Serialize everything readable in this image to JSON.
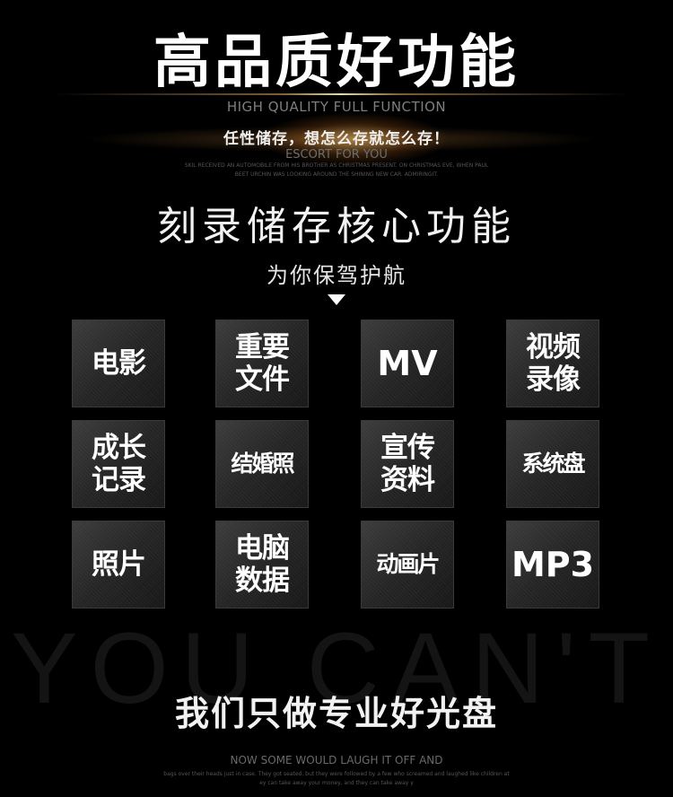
{
  "header": {
    "title": "高品质好功能",
    "subtitle_en": "HIGH QUALITY FULL FUNCTION",
    "subtitle_cn": "任性储存，想怎么存就怎么存！",
    "tagline_en": "ESCORT FOR YOU",
    "fine_print_1": "SKIL RECEIVED AN AUTOMOBILE FROM HIS BROTHER AS CHRISTMAS PRESENT. ON CHRISTMAS EVE, WHEN PAUL",
    "fine_print_2": "BEET URCHIN WAS LOOKING AROUND THE SHINING NEW CAR. ADMIRINGIT."
  },
  "core": {
    "title": "刻录储存核心功能",
    "subtitle": "为你保驾护航"
  },
  "tiles": [
    {
      "label": "电影"
    },
    {
      "label": "重要\n文件"
    },
    {
      "label": "MV"
    },
    {
      "label": "视频\n录像"
    },
    {
      "label": "成长\n记录"
    },
    {
      "label": "结婚照"
    },
    {
      "label": "宣传\n资料"
    },
    {
      "label": "系统盘"
    },
    {
      "label": "照片"
    },
    {
      "label": "电脑\n数据"
    },
    {
      "label": "动画片"
    },
    {
      "label": "MP3"
    }
  ],
  "footer": {
    "background_text": "YOU CAN'T",
    "title": "我们只做专业好光盘",
    "line_en": "NOW SOME WOULD LAUGH IT OFF AND",
    "fine_print_1": "bags over their heads just in case. They got seated, but they were followed by a few who screamed and laughed like children at",
    "fine_print_2": "ey can take away your money, and they can take away y"
  }
}
